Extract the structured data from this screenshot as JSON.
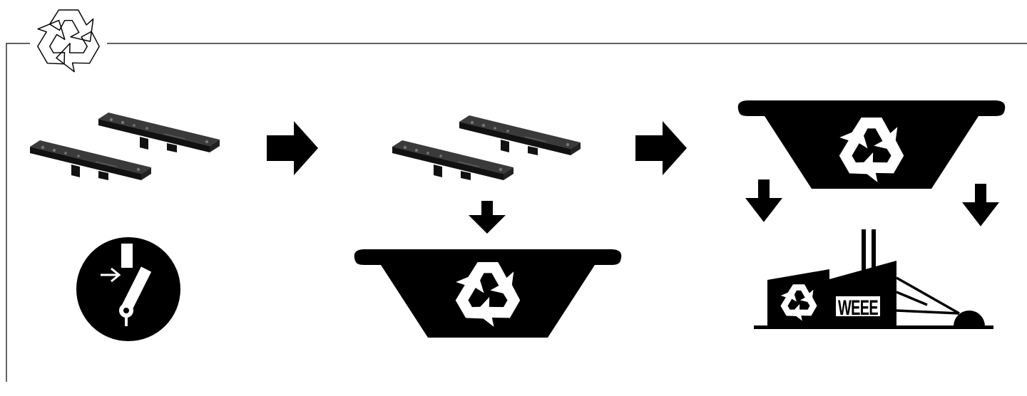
{
  "header": {
    "icon": "recycle-outline-icon"
  },
  "steps": [
    {
      "name": "disconnect-power",
      "icons": [
        "mounting-rail-icon",
        "mounting-rail-icon",
        "disconnect-switch-icon"
      ]
    },
    {
      "name": "recycle-parts",
      "icons": [
        "mounting-rail-icon",
        "mounting-rail-icon",
        "recycle-bin-icon"
      ]
    },
    {
      "name": "weee-disposal",
      "icons": [
        "recycle-bin-icon",
        "weee-factory-icon"
      ]
    }
  ],
  "factory": {
    "label": "WEEE"
  },
  "colors": {
    "ink": "#000000",
    "paper": "#ffffff",
    "rail": "#1a1a1a"
  }
}
